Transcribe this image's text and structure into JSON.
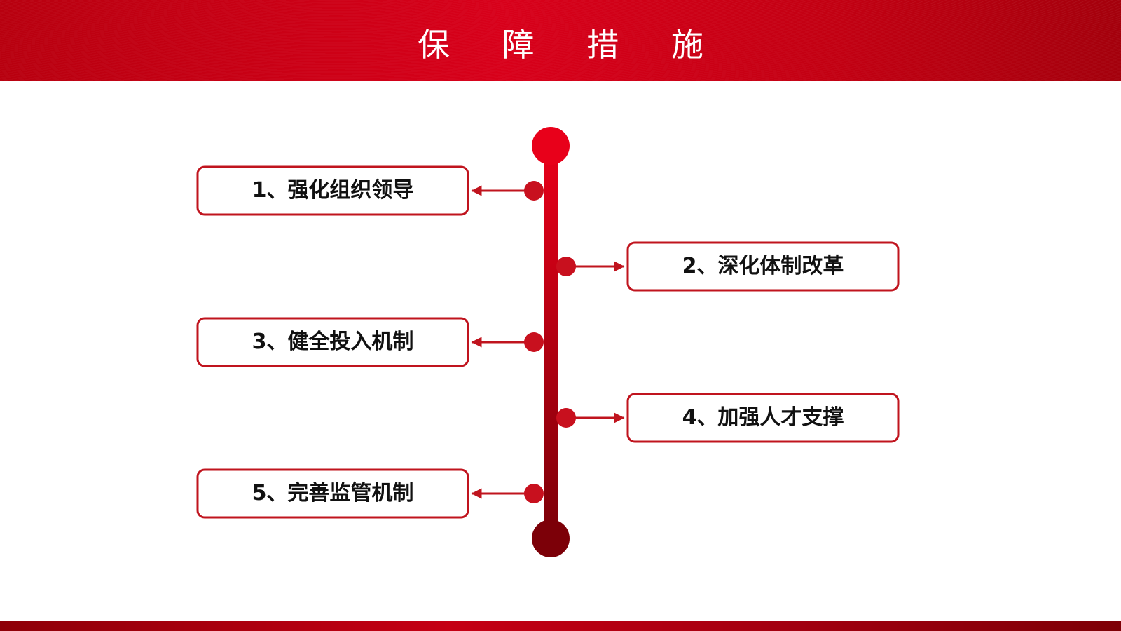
{
  "header": {
    "title": "保 障 措 施"
  },
  "diagram": {
    "items": [
      {
        "label": "1、强化组织领导",
        "side": "left"
      },
      {
        "label": "2、深化体制改革",
        "side": "right"
      },
      {
        "label": "3、健全投入机制",
        "side": "left"
      },
      {
        "label": "4、加强人才支撑",
        "side": "right"
      },
      {
        "label": "5、完善监管机制",
        "side": "left"
      }
    ]
  },
  "colors": {
    "accent": "#cc0018",
    "box_border": "#c0141e",
    "spine_top": "#e8001a",
    "spine_bottom": "#7c0008",
    "text": "#111111"
  }
}
